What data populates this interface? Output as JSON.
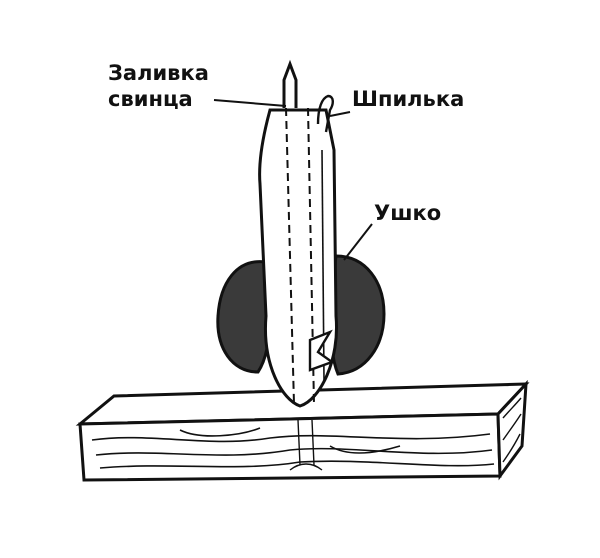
{
  "labels": {
    "lead_fill_line1": "Заливка",
    "lead_fill_line2": "свинца",
    "pin": "Шпилька",
    "ear": "Ушко"
  },
  "colors": {
    "ink": "#111111",
    "paper": "#ffffff",
    "shade": "#3a3a3a"
  }
}
